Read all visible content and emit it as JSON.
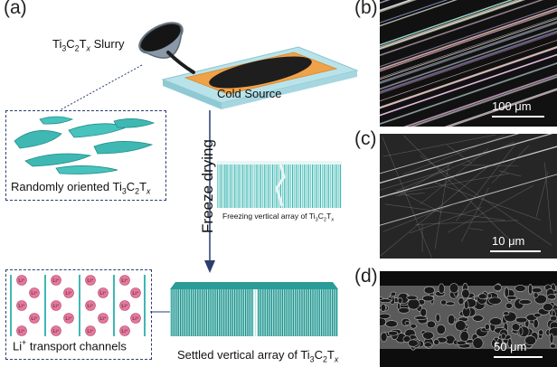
{
  "panels": {
    "a": "(a)",
    "b": "(b)",
    "c": "(c)",
    "d": "(d)"
  },
  "labels": {
    "slurry_prefix": "Ti",
    "slurry_formula_html": "Ti<sub>3</sub>C<sub>2</sub>T<sub><i>x</i></sub> Slurry",
    "cold_source": "Cold Source",
    "freeze_drying": "Freeze drying",
    "random_html": "Randomly oriented Ti<sub>3</sub>C<sub>2</sub>T<sub><i>x</i></sub>",
    "freezing_html": "Freezing vertical array of Ti<sub>3</sub>C<sub>2</sub>T<sub><i>x</i></sub>",
    "settled_html": "Settled vertical array of Ti<sub>3</sub>C<sub>2</sub>T<sub><i>x</i></sub>",
    "transport_html": "Li<sup>+</sup> transport channels",
    "li_ion": "Li⁺"
  },
  "scalebars": {
    "b": "100 μm",
    "c": "10 μm",
    "d": "50 μm"
  },
  "colors": {
    "teal": "#3fb8b3",
    "teal_dark": "#1f8f8a",
    "cold_plate": "#b8dfe8",
    "orange": "#f0a040",
    "li_pink": "#e8779a",
    "box_border": "#2a3e6e"
  }
}
